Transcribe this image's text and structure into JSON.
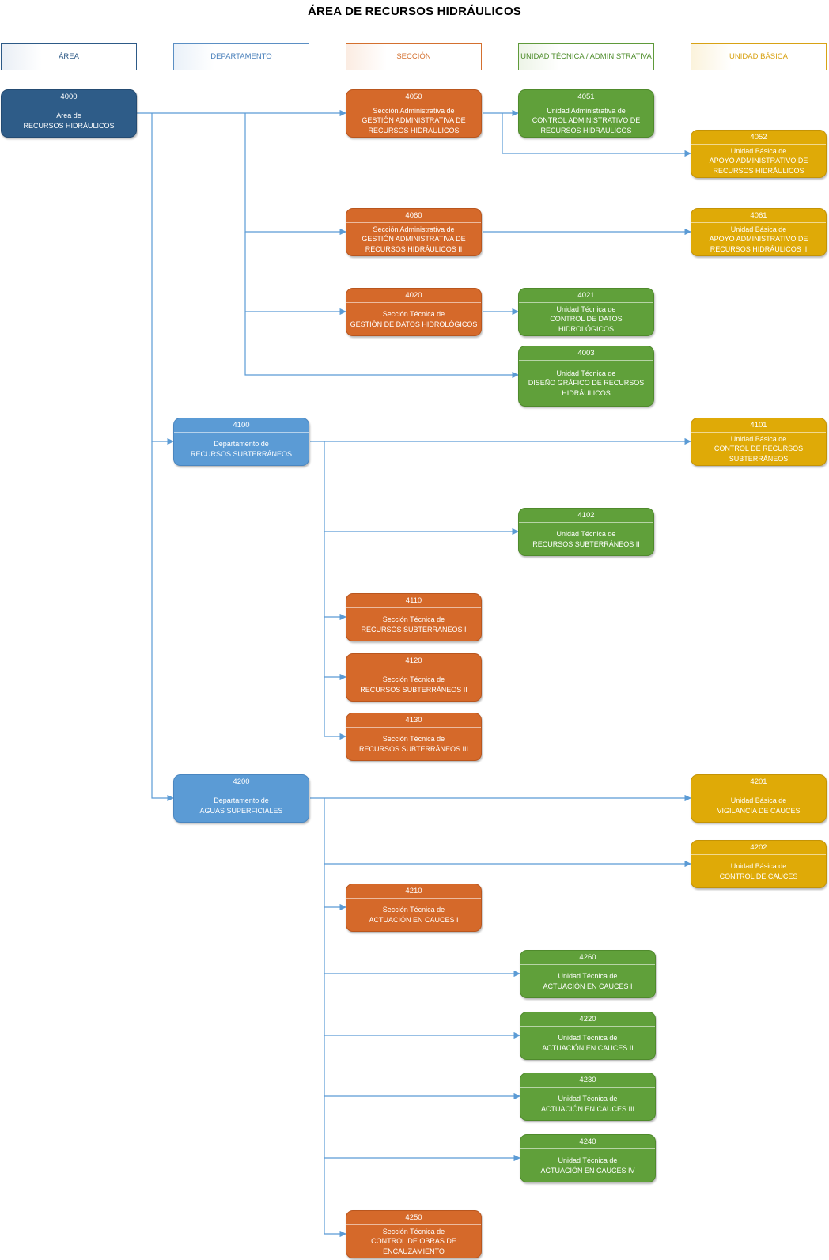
{
  "title": "ÁREA DE RECURSOS HIDRÁULICOS",
  "columns": {
    "area": "ÁREA",
    "departamento": "DEPARTAMENTO",
    "seccion": "SECCIÓN",
    "unidad_tecnica": "UNIDAD TÉCNICA / ADMINISTRATIVA",
    "unidad_basica": "UNIDAD BÁSICA"
  },
  "colors": {
    "area": "#2e5c88",
    "departamento": "#5b9bd5",
    "seccion": "#d5692a",
    "unidad_tecnica": "#60a03a",
    "unidad_basica": "#dfaa07",
    "connector": "#5b9bd5"
  },
  "nodes": {
    "n4000": {
      "code": "4000",
      "label": "Área de\nRECURSOS HIDRÁULICOS"
    },
    "n4050": {
      "code": "4050",
      "label": "Sección Administrativa de\nGESTIÓN ADMINISTRATIVA DE\nRECURSOS HIDRÁULICOS"
    },
    "n4051": {
      "code": "4051",
      "label": "Unidad Administrativa de\nCONTROL ADMINISTRATIVO DE\nRECURSOS HIDRÁULICOS"
    },
    "n4052": {
      "code": "4052",
      "label": "Unidad Básica de\nAPOYO ADMINISTRATIVO DE\nRECURSOS HIDRÁULICOS"
    },
    "n4060": {
      "code": "4060",
      "label": "Sección Administrativa de\nGESTIÓN ADMINISTRATIVA DE\nRECURSOS HIDRÁULICOS II"
    },
    "n4061": {
      "code": "4061",
      "label": "Unidad Básica de\nAPOYO ADMINISTRATIVO DE\nRECURSOS HIDRÁULICOS II"
    },
    "n4020": {
      "code": "4020",
      "label": "Sección Técnica de\nGESTIÓN DE DATOS HIDROLÓGICOS"
    },
    "n4021": {
      "code": "4021",
      "label": "Unidad Técnica de\nCONTROL DE DATOS HIDROLÓGICOS"
    },
    "n4003": {
      "code": "4003",
      "label": "Unidad Técnica de\nDISEÑO GRÁFICO DE RECURSOS\nHIDRÁULICOS"
    },
    "n4100": {
      "code": "4100",
      "label": "Departamento de\nRECURSOS SUBTERRÁNEOS"
    },
    "n4101": {
      "code": "4101",
      "label": "Unidad Básica de\nCONTROL DE RECURSOS\nSUBTERRÁNEOS"
    },
    "n4102": {
      "code": "4102",
      "label": "Unidad Técnica de\nRECURSOS SUBTERRÁNEOS II"
    },
    "n4110": {
      "code": "4110",
      "label": "Sección Técnica de\nRECURSOS SUBTERRÁNEOS I"
    },
    "n4120": {
      "code": "4120",
      "label": "Sección Técnica de\nRECURSOS SUBTERRÁNEOS II"
    },
    "n4130": {
      "code": "4130",
      "label": "Sección Técnica de\nRECURSOS SUBTERRÁNEOS III"
    },
    "n4200": {
      "code": "4200",
      "label": "Departamento de\nAGUAS SUPERFICIALES"
    },
    "n4201": {
      "code": "4201",
      "label": "Unidad Básica de\nVIGILANCIA DE CAUCES"
    },
    "n4202": {
      "code": "4202",
      "label": "Unidad Básica de\nCONTROL DE CAUCES"
    },
    "n4210": {
      "code": "4210",
      "label": "Sección Técnica de\nACTUACIÓN EN CAUCES I"
    },
    "n4260": {
      "code": "4260",
      "label": "Unidad Técnica de\nACTUACIÓN EN CAUCES I"
    },
    "n4220": {
      "code": "4220",
      "label": "Unidad Técnica de\nACTUACIÓN EN CAUCES II"
    },
    "n4230": {
      "code": "4230",
      "label": "Unidad Técnica de\nACTUACIÓN EN CAUCES III"
    },
    "n4240": {
      "code": "4240",
      "label": "Unidad Técnica de\nACTUACIÓN EN CAUCES IV"
    },
    "n4250": {
      "code": "4250",
      "label": "Sección Técnica de\nCONTROL DE OBRAS DE\nENCAUZAMIENTO"
    }
  }
}
